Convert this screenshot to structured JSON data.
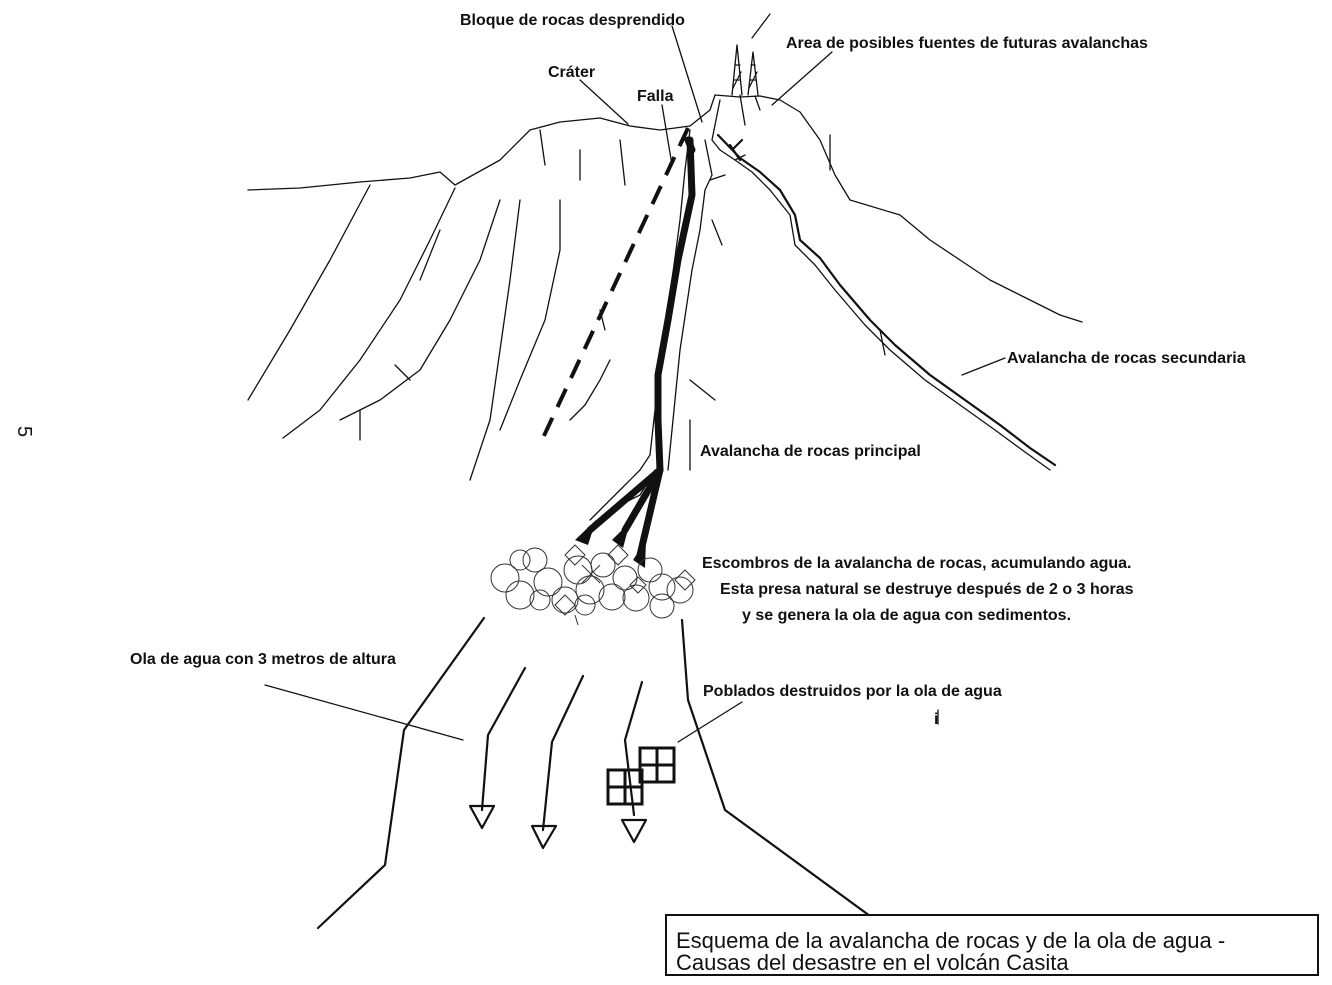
{
  "page_number": "5",
  "labels": {
    "detached_block": "Bloque de rocas desprendido",
    "future_sources": "Area de posibles fuentes de futuras avalanchas",
    "crater": "Cráter",
    "fault": "Falla",
    "secondary_avalanche": "Avalancha de rocas secundaria",
    "main_avalanche": "Avalancha de rocas principal",
    "debris_line1": "Escombros de la avalancha de rocas, acumulando agua.",
    "debris_line2": "Esta presa natural se destruye después de 2 o 3 horas",
    "debris_line3": "y se genera la ola de agua con sedimentos.",
    "wave_height": "Ola de agua con 3 metros de altura",
    "destroyed_towns": "Poblados destruidos por la ola de agua",
    "stray_mark": "i"
  },
  "title_box": {
    "line1": "Esquema de la avalancha de rocas y de la ola de agua -",
    "line2": "Causas del desastre en el volcán Casita"
  }
}
